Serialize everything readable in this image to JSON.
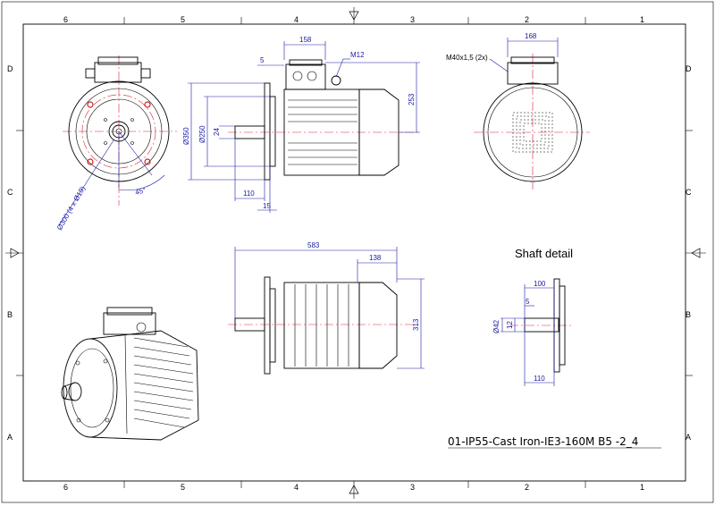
{
  "drawing": {
    "title": "01-IP55-Cast Iron-IE3-160M B5 -2_4",
    "shaft_detail_label": "Shaft detail"
  },
  "zones": {
    "columns": [
      "6",
      "5",
      "4",
      "3",
      "2",
      "1"
    ],
    "rows": [
      "D",
      "C",
      "B",
      "A"
    ]
  },
  "dimensions": {
    "front": {
      "bolt_circle": "Ø300 (4 x Ø19)",
      "angle": "45°"
    },
    "side": {
      "box_width": "158",
      "flange_thk": "5",
      "thread": "M12",
      "height": "253",
      "flange_dia": "Ø350",
      "spigot_dia": "Ø250",
      "shaft_dia": "24",
      "shaft_len": "110",
      "spigot_len": "15"
    },
    "rear": {
      "box_width": "168",
      "gland": "M40x1,5 (2x)"
    },
    "bottom": {
      "total_len": "583",
      "fan_len": "138",
      "total_height": "313"
    },
    "shaft": {
      "length": "100",
      "key": "5",
      "dia": "Ø42",
      "key_height": "12",
      "overall": "110"
    }
  },
  "colors": {
    "line": "#000000",
    "centerline": "#dd2233",
    "dimension": "#1a1aa8",
    "bolt": "#cc2222"
  }
}
